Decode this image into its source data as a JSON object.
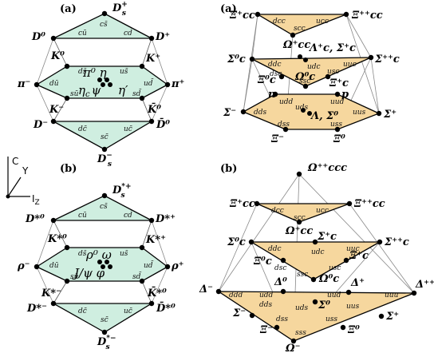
{
  "colors": {
    "meson_fill": "#cfeee0",
    "baryon_fill": "#f6d79e",
    "edge": "#000000",
    "thin_edge": "#555555"
  },
  "panels": {
    "top_left": "(a)",
    "top_right": "(a)",
    "bottom_left": "(b)",
    "bottom_right": "(b)"
  },
  "axes": {
    "c": "C",
    "y": "Y",
    "iz": "I",
    "iz_sub": "Z"
  },
  "mesons_pseudoscalar": {
    "top_left": "D⁰",
    "top_right": "D⁺",
    "apex_top_left": "D",
    "apex_top_sup": "+",
    "apex_top_sub": "s",
    "k0": "K⁰",
    "kplus": "K⁺",
    "pi_minus": "π⁻",
    "pi_plus": "π⁺",
    "k_minus": "K⁻",
    "k0bar": "K̄⁰",
    "d_minus": "D⁻",
    "d0bar": "D̄⁰",
    "apex_bot": "D",
    "apex_bot_sup": "−",
    "apex_bot_sub": "s",
    "center_top": "π⁰ η",
    "center_bot": "η",
    "center_bot_sub": "c",
    "center_bot_2": "ψ",
    "center_eta_prime": "η′",
    "q_top": [
      "cū",
      "cs̄",
      "cd̄"
    ],
    "q_mid_up": [
      "ds̄",
      "us̄"
    ],
    "q_mid_lr": [
      "dū",
      "ud̄"
    ],
    "q_mid_dn": [
      "sū",
      "sd̄"
    ],
    "q_bot": [
      "dc̄",
      "sc̄",
      "uc̄"
    ]
  },
  "mesons_vector": {
    "top_left": "D*⁰",
    "top_right": "D*⁺",
    "apex_top": "D",
    "apex_top_sup": "*+",
    "apex_top_sub": "s",
    "k0": "K*⁰",
    "kplus": "K*⁺",
    "rho_minus": "ρ⁻",
    "rho_plus": "ρ⁺",
    "k_minus": "K*⁻",
    "k0bar": "K̄*⁰",
    "d_minus": "D*⁻",
    "d0bar": "D̄*⁰",
    "apex_bot": "D",
    "apex_bot_sup": "*−",
    "apex_bot_sub": "s",
    "center_top": "ρ⁰ ω",
    "center_bot": "J/ψ φ",
    "q_top": [
      "cū",
      "cs̄",
      "cd̄"
    ],
    "q_mid_up": [
      "ds̄",
      "us̄"
    ],
    "q_mid_lr": [
      "dū",
      "ud̄"
    ],
    "q_mid_dn": [
      "sū",
      "sd̄"
    ],
    "q_bot": [
      "dc̄",
      "sc̄",
      "uc̄"
    ]
  },
  "baryons_octet": {
    "xi_cc_plus": "Ξ⁺cc",
    "xi_cc_pp": "Ξ⁺⁺cc",
    "omega_cc": "Ω⁺cc",
    "q_top": [
      "dcc",
      "ucc",
      "scc"
    ],
    "sigma_c0": "Σ⁰c",
    "sigma_c_pp": "Σ⁺⁺c",
    "lambda_sigma_c": "Λ⁺c, Σ⁺c",
    "xi_c0": "Ξ⁰c",
    "xi_c_plus": "Ξ⁺c",
    "omega_c0": "Ω⁰c",
    "q_mid": [
      "ddc",
      "udc",
      "uuc",
      "dsc",
      "usc",
      "ssc"
    ],
    "n": "n",
    "p": "p",
    "sigma_minus": "Σ⁻",
    "sigma_plus": "Σ⁺",
    "lambda_sigma0": "Λ, Σ⁰",
    "xi_minus": "Ξ⁻",
    "xi0": "Ξ⁰",
    "q_bot": [
      "udd",
      "uud",
      "dds",
      "uds",
      "uus",
      "dss",
      "uss"
    ]
  },
  "baryons_decuplet": {
    "omega_ccc": "Ω⁺⁺ccc",
    "xi_cc_plus": "Ξ⁺cc",
    "xi_cc_pp": "Ξ⁺⁺cc",
    "omega_cc": "Ω⁺cc",
    "q_top": [
      "dcc",
      "ucc",
      "scc"
    ],
    "sigma_c0": "Σ⁰c",
    "sigma_c_plus": "Σ⁺c",
    "sigma_c_pp": "Σ⁺⁺c",
    "xi_c0": "Ξ⁰c",
    "xi_c_plus": "Ξ⁺c",
    "omega_c0": "Ω⁰c",
    "q_mid": [
      "ddc",
      "udc",
      "uuc",
      "dsc",
      "usc",
      "ssc"
    ],
    "delta_minus": "Δ⁻",
    "delta0": "Δ⁰",
    "delta_plus": "Δ⁺",
    "delta_pp": "Δ⁺⁺",
    "sigma_minus": "Σ⁻",
    "sigma0": "Σ⁰",
    "sigma_plus": "Σ⁺",
    "xi_minus": "Ξ⁻",
    "xi0": "Ξ⁰",
    "omega_minus": "Ω⁻",
    "q_bot": [
      "ddd",
      "udd",
      "uud",
      "uuu",
      "dds",
      "uds",
      "uus",
      "dss",
      "uss",
      "sss"
    ]
  }
}
